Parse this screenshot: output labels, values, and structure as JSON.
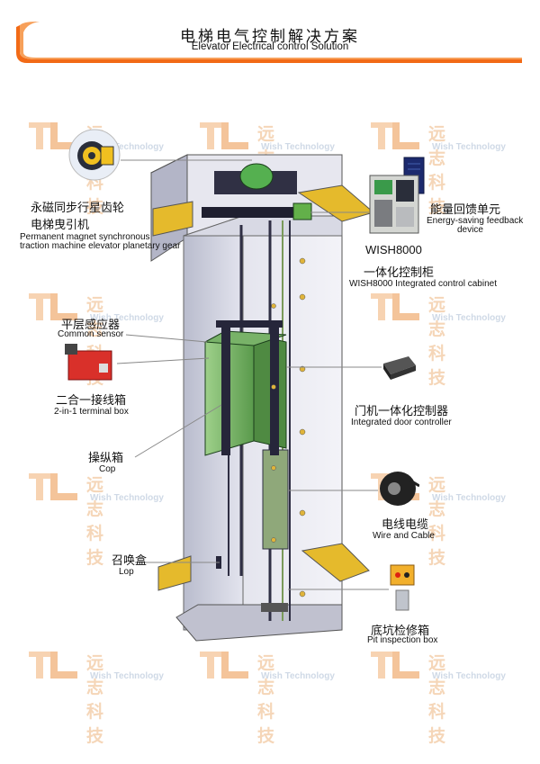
{
  "header": {
    "title_cn": "电梯电气控制解决方案",
    "title_en": "Elevator Electrical control Solution",
    "accent_color": "#f26a16"
  },
  "watermark": {
    "brand_cn": "远志科技",
    "brand_en": "Wish Technology",
    "logo_letters": "TL"
  },
  "components": {
    "traction": {
      "cn_line1": "永磁同步行星齿轮",
      "cn_line2": "电梯曳引机",
      "en_line1": "Permanent magnet synchronous",
      "en_line2": "traction machine elevator planetary gear"
    },
    "energy_feedback": {
      "cn": "能量回馈单元",
      "en_line1": "Energy-saving feedback",
      "en_line2": "device"
    },
    "control_cabinet": {
      "model": "WISH8000",
      "cn": "一体化控制柜",
      "en": "WISH8000 Integrated control cabinet"
    },
    "common_sensor": {
      "cn": "平层感应器",
      "en": "Common sensor"
    },
    "terminal_box": {
      "cn": "二合一接线箱",
      "en": "2-in-1 terminal box"
    },
    "door_controller": {
      "cn": "门机一体化控制器",
      "en": "Integrated door controller"
    },
    "cop": {
      "cn": "操纵箱",
      "en": "Cop"
    },
    "wire_cable": {
      "cn": "电线电缆",
      "en": "Wire and Cable"
    },
    "lop": {
      "cn": "召唤盒",
      "en": "Lop"
    },
    "pit_box": {
      "cn": "底坑检修箱",
      "en": "Pit inspection box"
    }
  }
}
